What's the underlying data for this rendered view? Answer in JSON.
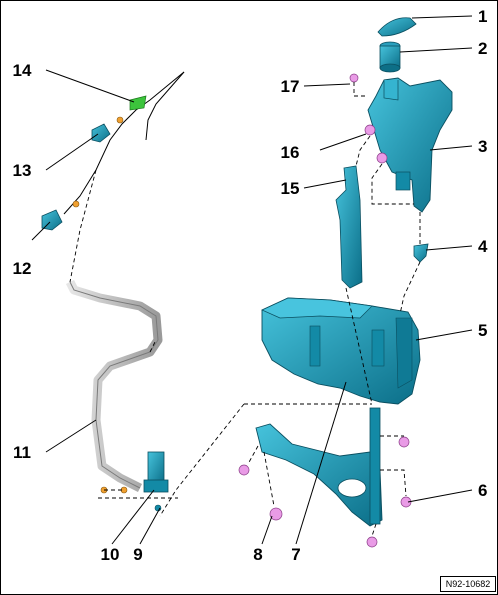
{
  "figure": {
    "reference": "N92-10682",
    "callouts": [
      "1",
      "2",
      "3",
      "4",
      "5",
      "6",
      "7",
      "8",
      "9",
      "10",
      "11",
      "12",
      "13",
      "14",
      "15",
      "16",
      "17"
    ]
  },
  "colors": {
    "part_teal": "#1aa3c2",
    "part_teal_dark": "#0d6f87",
    "hose_grey": "#c8c8c8",
    "fastener_pink": "#e99be6",
    "connector_orange": "#f0a030",
    "clip_green": "#3cc43c"
  }
}
